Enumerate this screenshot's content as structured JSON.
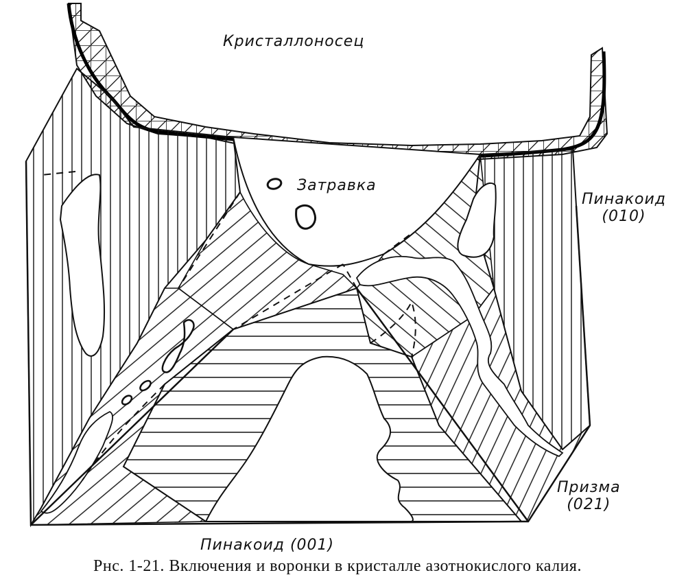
{
  "labels": {
    "holder": "Кристаллоносец",
    "seed": "Затравка",
    "pinacoid_010_name": "Пинакоид",
    "pinacoid_010_index": "(010)",
    "prism_name": "Призма",
    "prism_index": "(021)",
    "pinacoid_001": "Пинакоид (001)"
  },
  "caption": "Рнс. 1-21. Включения и воронки в кристалле азотнокислого калия."
}
